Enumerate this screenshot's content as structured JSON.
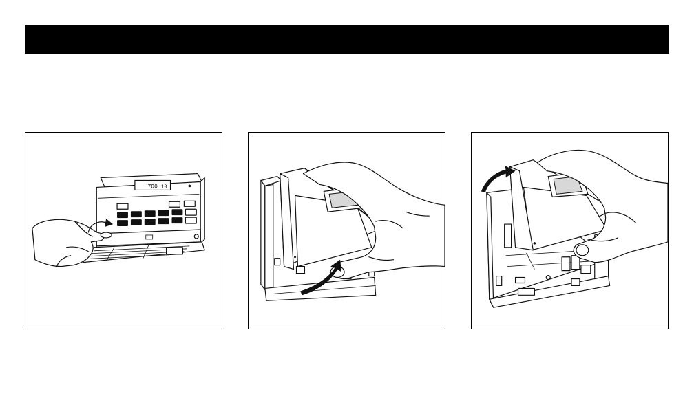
{
  "header": {
    "background_color": "#000000"
  },
  "panels": [
    {
      "id": "panel-1",
      "illustration": "hand-opening-thermostat-door",
      "display": {
        "left_reading": "700",
        "right_reading": "10"
      }
    },
    {
      "id": "panel-2",
      "illustration": "hand-tilting-thermostat-off-base",
      "arrow": "curved-arrow-icon"
    },
    {
      "id": "panel-3",
      "illustration": "hand-lifting-thermostat-from-wallplate",
      "arrow": "curved-arrow-icon"
    }
  ],
  "colors": {
    "ink": "#111111",
    "paper": "#ffffff",
    "frame": "#000000"
  }
}
